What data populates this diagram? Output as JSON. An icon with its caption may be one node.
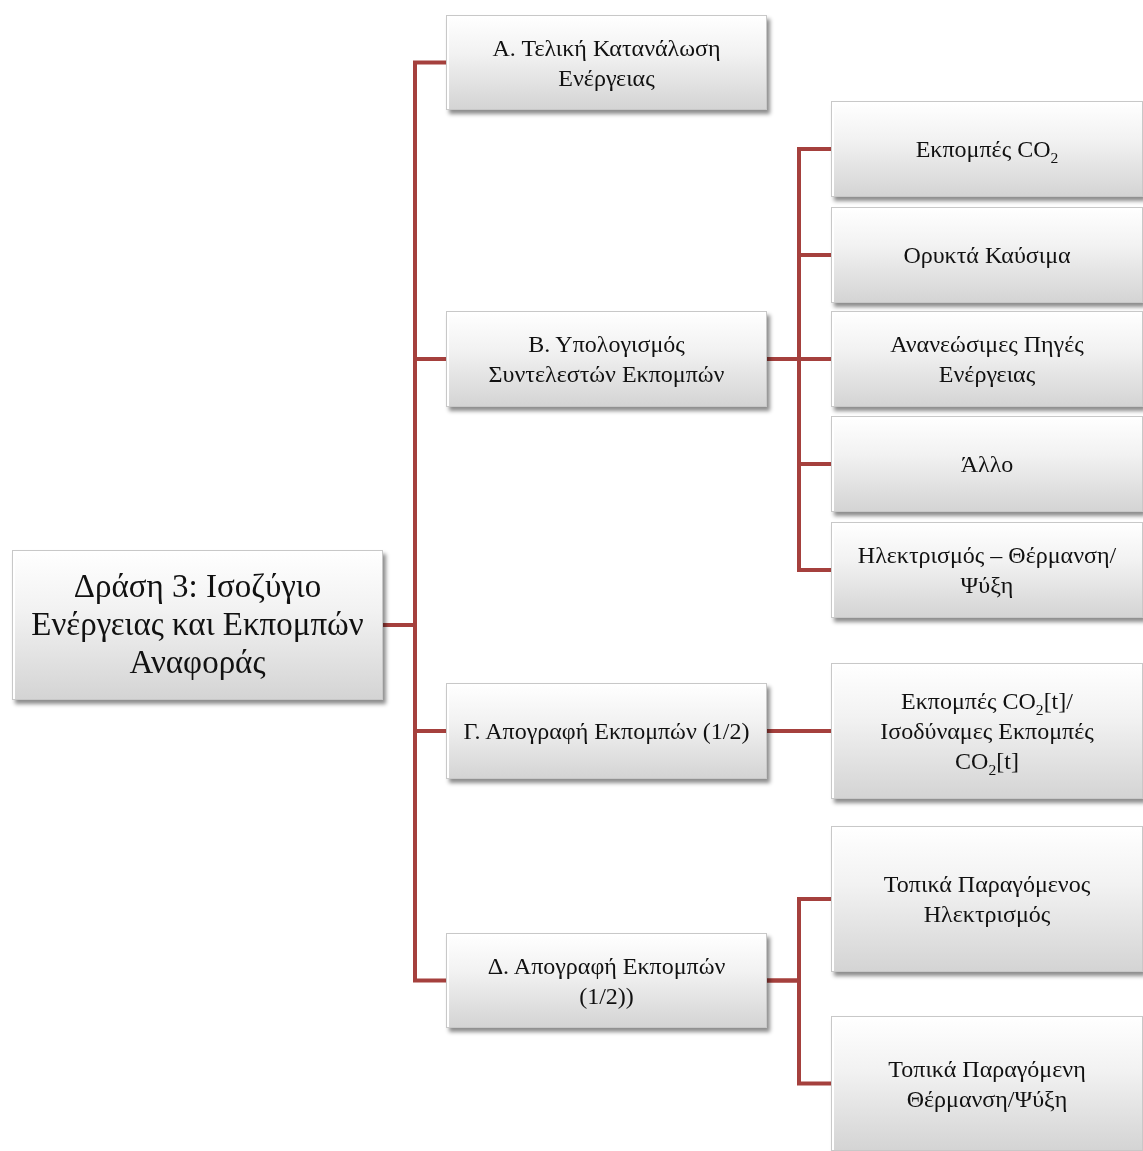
{
  "diagram": {
    "nodes": [
      {
        "text": [
          "Δράση 3: Ισοζύγιο Ενέργειας και Εκπομπών Αναφοράς"
        ]
      },
      {
        "text": [
          "Α. Τελική Κατανάλωση Ενέργειας"
        ]
      },
      {
        "text": [
          "Β. Υπολογισμός Συντελεστών Εκπομπών"
        ]
      },
      {
        "text": [
          "Γ. Απογραφή Εκπομπών (1/2)"
        ]
      },
      {
        "text": [
          "Δ. Απογραφή Εκπομπών (1/2))"
        ]
      },
      {
        "text": [
          "Εκπομπές CO$_{2}$"
        ]
      },
      {
        "text": [
          "Ορυκτά Καύσιμα"
        ]
      },
      {
        "text": [
          "Ανανεώσιμες Πηγές Ενέργειας"
        ]
      },
      {
        "text": [
          "Άλλο"
        ]
      },
      {
        "text": [
          "Ηλεκτρισμός – Θέρμανση/Ψύξη"
        ]
      },
      {
        "text": [
          "Εκπομπές CO$_{2}$[t]/Ισοδύναμες Εκπομπές CO$_{2}$[t]"
        ]
      },
      {
        "text": [
          "Τοπικά Παραγόμενος Ηλεκτρισμός"
        ]
      },
      {
        "text": [
          "Τοπικά Παραγόμενη Θέρμανση/Ψύξη"
        ]
      }
    ],
    "edges": [
      {
        "from": 0,
        "to": 1,
        "arrow": "none"
      },
      {
        "from": 0,
        "to": 2,
        "arrow": "none"
      },
      {
        "from": 0,
        "to": 3,
        "arrow": "none"
      },
      {
        "from": 0,
        "to": 4,
        "arrow": "none"
      },
      {
        "from": 2,
        "to": 5,
        "arrow": "none"
      },
      {
        "from": 2,
        "to": 6,
        "arrow": "none"
      },
      {
        "from": 2,
        "to": 7,
        "arrow": "none"
      },
      {
        "from": 2,
        "to": 8,
        "arrow": "none"
      },
      {
        "from": 2,
        "to": 9,
        "arrow": "none"
      },
      {
        "from": 3,
        "to": 10,
        "arrow": "none"
      },
      {
        "from": 4,
        "to": 11,
        "arrow": "none"
      },
      {
        "from": 4,
        "to": 12,
        "arrow": "none"
      }
    ]
  }
}
